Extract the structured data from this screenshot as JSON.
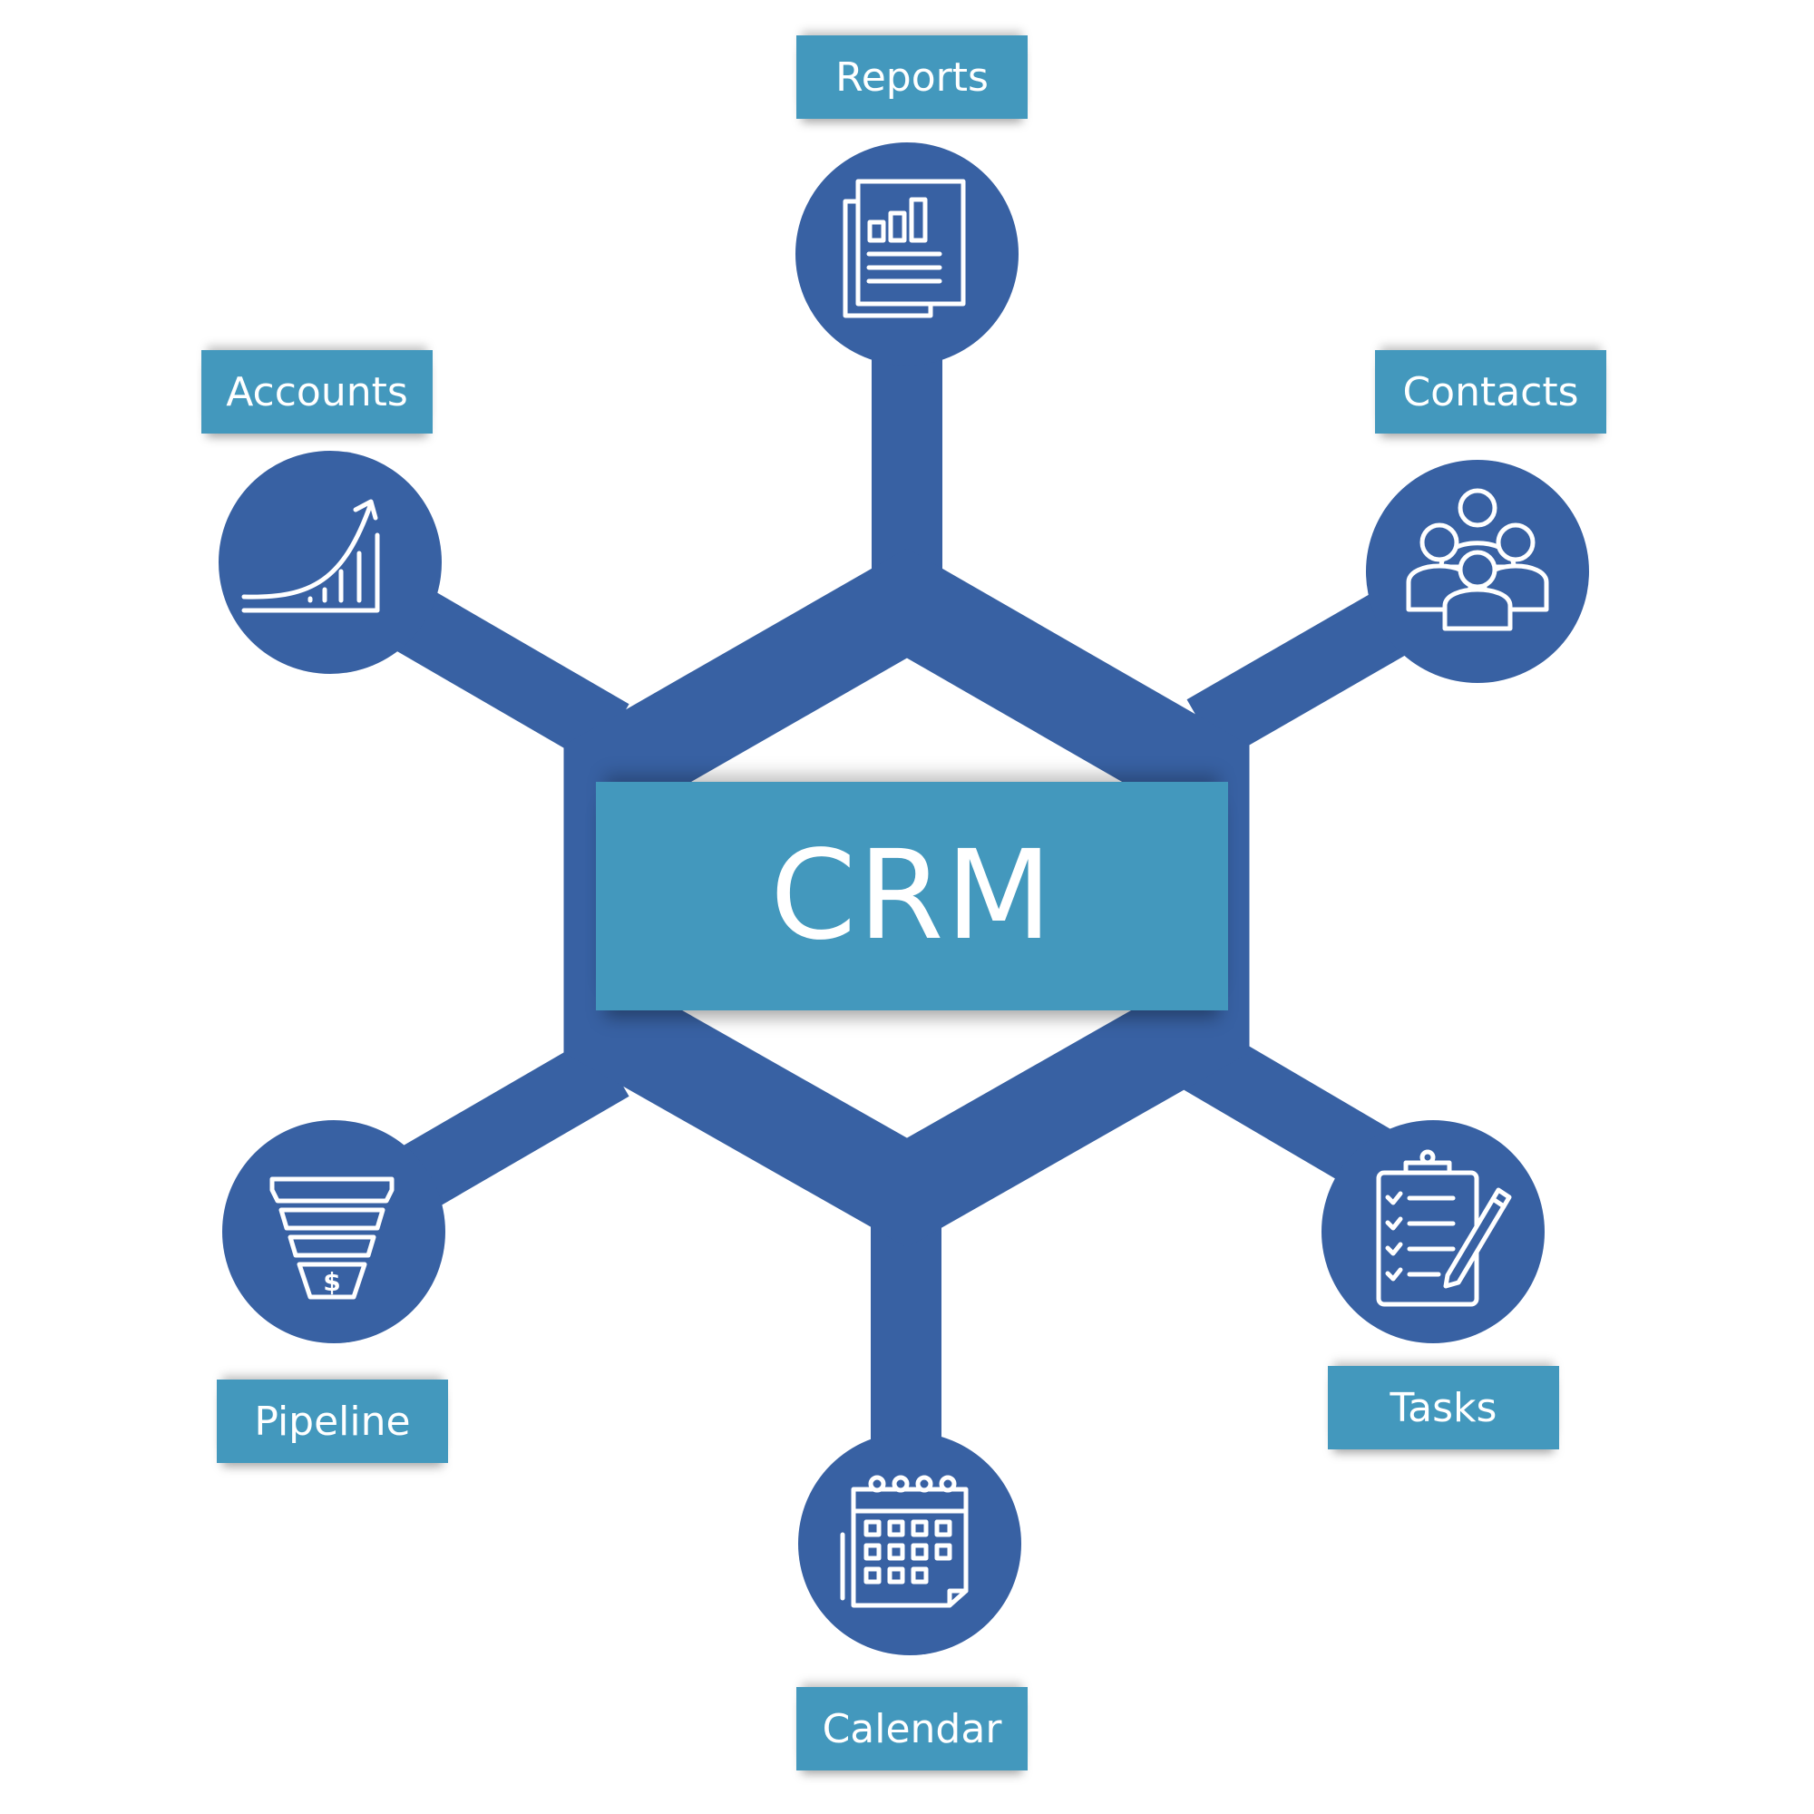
{
  "center": {
    "label": "CRM"
  },
  "modules": {
    "reports": {
      "label": "Reports",
      "icon": "report-chart-icon"
    },
    "accounts": {
      "label": "Accounts",
      "icon": "growth-chart-icon"
    },
    "contacts": {
      "label": "Contacts",
      "icon": "people-group-icon"
    },
    "pipeline": {
      "label": "Pipeline",
      "icon": "sales-funnel-icon"
    },
    "tasks": {
      "label": "Tasks",
      "icon": "clipboard-checklist-icon"
    },
    "calendar": {
      "label": "Calendar",
      "icon": "calendar-icon"
    }
  },
  "colors": {
    "hub_blue": "#3861a3",
    "label_teal": "#4398bd",
    "text_white": "#ffffff",
    "background": "#ffffff"
  }
}
